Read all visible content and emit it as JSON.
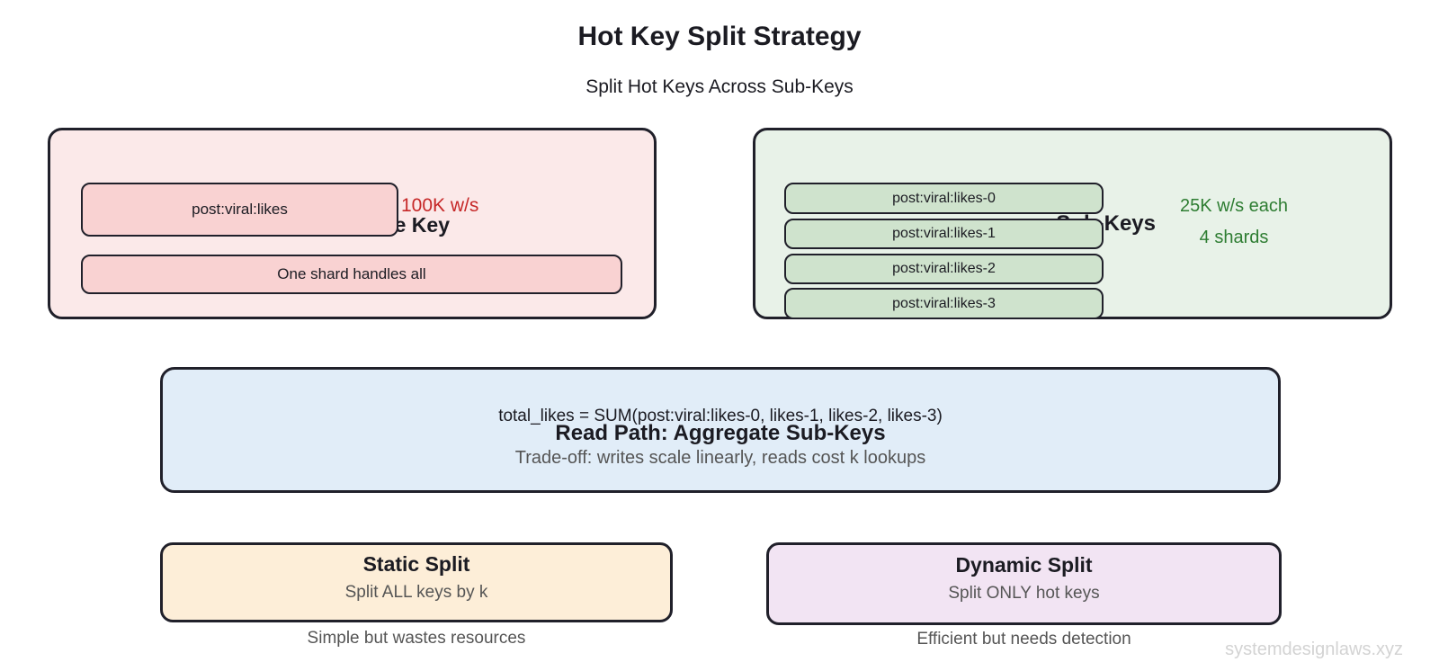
{
  "title": "Hot Key Split Strategy",
  "subtitle": "Split Hot Keys Across Sub-Keys",
  "colors": {
    "ink": "#20202a",
    "ink_text": "#1b1b22",
    "pink_bg": "#fbe9e9",
    "pink_box": "#f9d2d2",
    "green_bg": "#e8f2e8",
    "green_box": "#cfe3cd",
    "blue_bg": "#e1edf8",
    "orange_bg": "#fdeed8",
    "purple_bg": "#f2e4f3",
    "red_text": "#c62828",
    "green_text": "#2e7d32",
    "gray_text": "#555555",
    "watermark": "#d3d3d3"
  },
  "single_key_panel": {
    "key": "post:viral:likes",
    "rate": "100K w/s",
    "occluded_title": "Single Key",
    "note": "One shard handles all"
  },
  "sub_key_panel": {
    "keys": [
      "post:viral:likes-0",
      "post:viral:likes-1",
      "post:viral:likes-2",
      "post:viral:likes-3"
    ],
    "occluded_title": "Sub-Keys",
    "rate": "25K w/s each",
    "shards": "4 shards"
  },
  "read_path": {
    "formula": "total_likes = SUM(post:viral:likes-0, likes-1, likes-2, likes-3)",
    "title": "Read Path: Aggregate Sub-Keys",
    "tradeoff": "Trade-off: writes scale linearly, reads cost k lookups"
  },
  "static_split": {
    "title": "Static Split",
    "subtitle": "Split ALL keys by k",
    "caption": "Simple but wastes resources"
  },
  "dynamic_split": {
    "title": "Dynamic Split",
    "subtitle": "Split ONLY hot keys",
    "caption": "Efficient but needs detection"
  },
  "watermark": "systemdesignlaws.xyz"
}
